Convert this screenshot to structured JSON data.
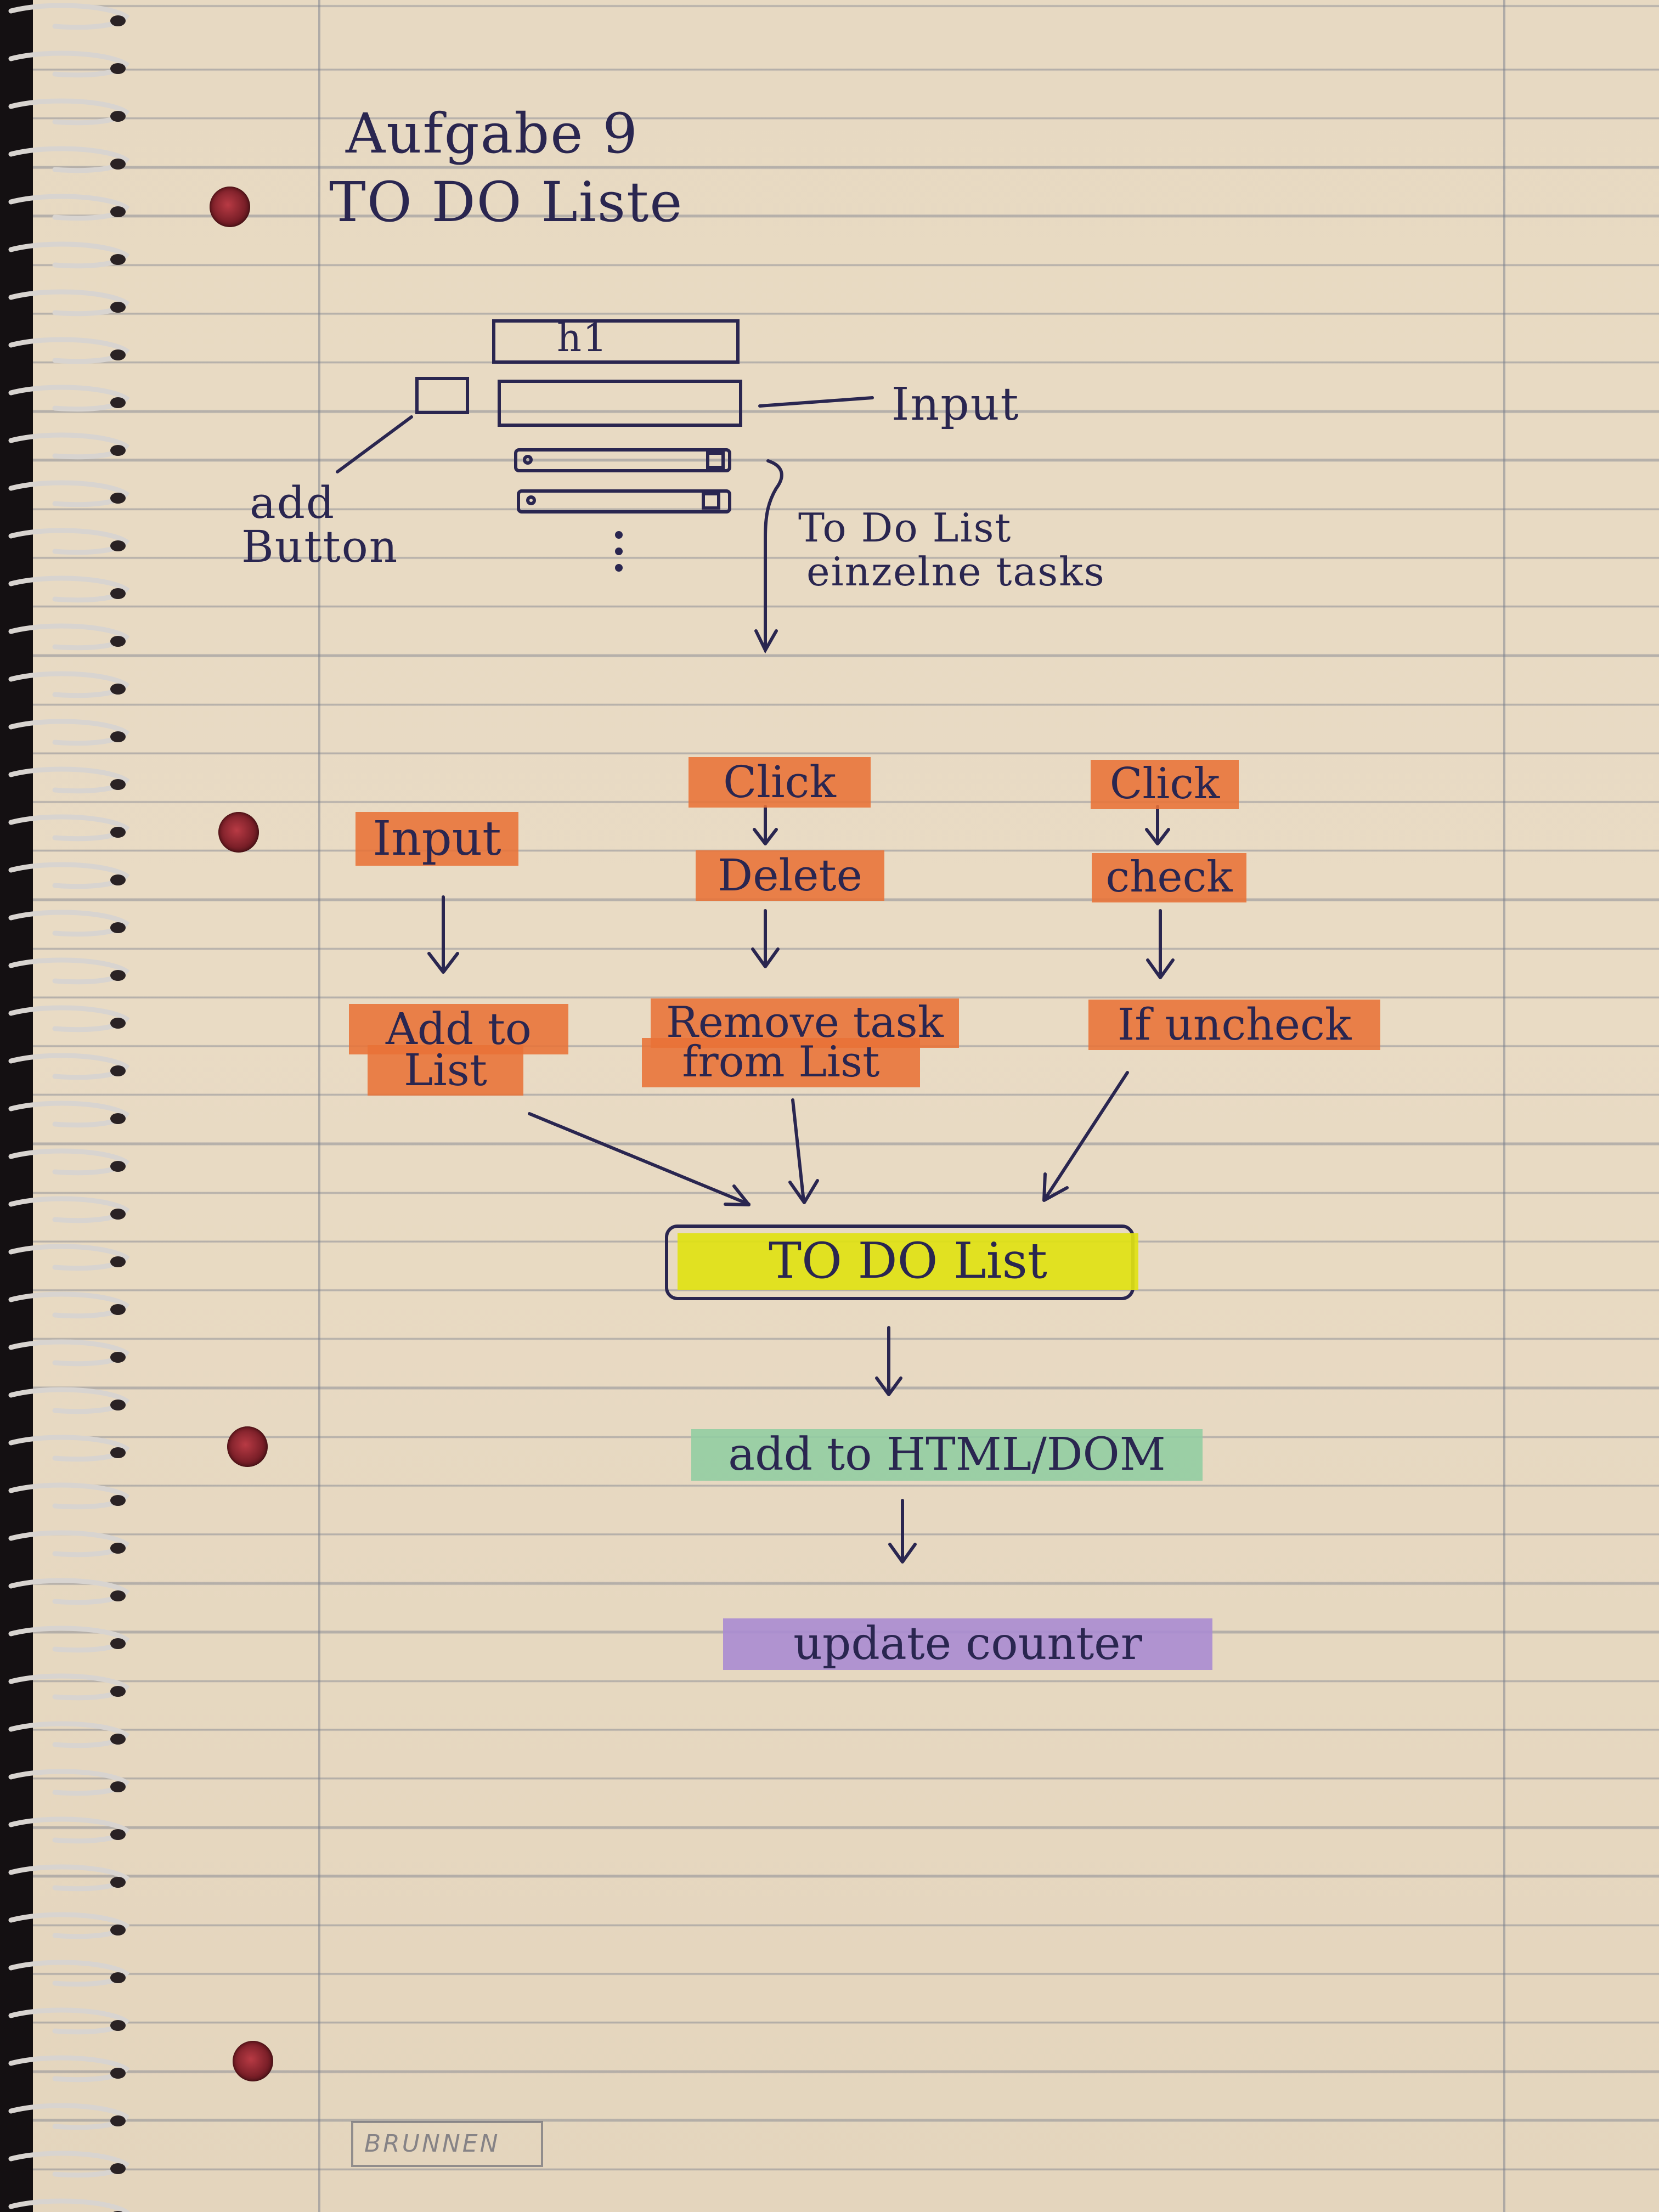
{
  "title": {
    "line1": "Aufgabe 9",
    "line2": "TO DO Liste"
  },
  "mockup": {
    "h1_label": "h1",
    "input_label": "Input",
    "add_button_label_1": "add",
    "add_button_label_2": "Button",
    "list_label_1": "To Do List",
    "list_label_2": "einzelne tasks"
  },
  "flow": {
    "col1": {
      "trigger": "Input",
      "result_line1": "Add to",
      "result_line2": "List"
    },
    "col2": {
      "trigger": "Click",
      "action": "Delete",
      "result_line1": "Remove task",
      "result_line2": "from List"
    },
    "col3": {
      "trigger": "Click",
      "action": "check",
      "result": "If uncheck"
    },
    "center": "TO DO List",
    "step2": "add to HTML/DOM",
    "step3": "update counter"
  },
  "brand": "BRUNNEN",
  "colors": {
    "ink": "#2a2650",
    "orange": "#e87237",
    "yellow": "#e0e214",
    "green": "#92cda2",
    "purple": "#aa8cd2",
    "paper": "#e7d9c2"
  }
}
